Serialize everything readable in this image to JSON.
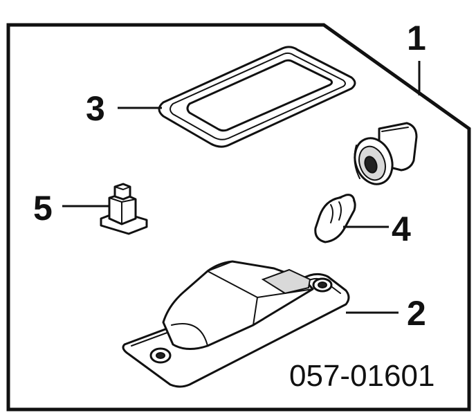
{
  "callouts": {
    "c1": "1",
    "c2": "2",
    "c3": "3",
    "c4": "4",
    "c5": "5"
  },
  "part_code": "057-01601"
}
